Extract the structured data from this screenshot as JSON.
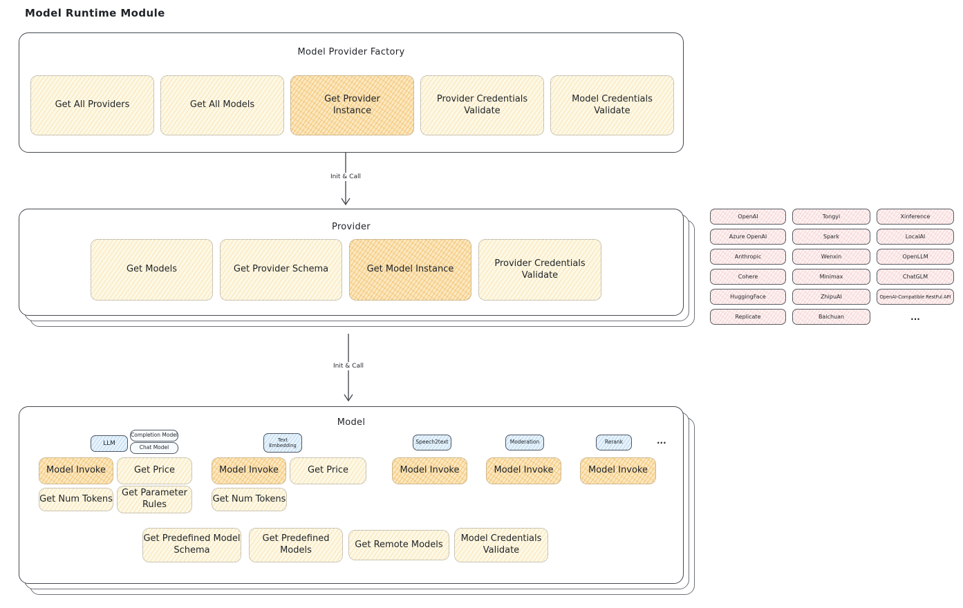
{
  "page": {
    "title": "Model Runtime Module"
  },
  "colors": {
    "canvas_bg": "#ffffff",
    "ink": "#1e2227",
    "frame": "#43484e",
    "frame_light": "#6b7076",
    "dot_border": "#97928b",
    "yellow_fill": "#fdf8e6",
    "orange_fill": "#fbe9c2",
    "pink_fill": "#fdf2f2",
    "pink_border": "#565a60",
    "blue_fill": "#e9f3fb",
    "tag_border": "#4b5563"
  },
  "factory": {
    "title": "Model Provider Factory",
    "boxes": [
      {
        "label": "Get All Providers",
        "emphasis": false
      },
      {
        "label": "Get All Models",
        "emphasis": false
      },
      {
        "label": "Get Provider\nInstance",
        "emphasis": true
      },
      {
        "label": "Provider Credentials\nValidate",
        "emphasis": false
      },
      {
        "label": "Model Credentials\nValidate",
        "emphasis": false
      }
    ]
  },
  "arrow1": {
    "label": "Init & Call"
  },
  "arrow2": {
    "label": "Init & Call"
  },
  "provider": {
    "title": "Provider",
    "boxes": [
      {
        "label": "Get Models",
        "emphasis": false
      },
      {
        "label": "Get Provider Schema",
        "emphasis": false
      },
      {
        "label": "Get Model Instance",
        "emphasis": true
      },
      {
        "label": "Provider Credentials\nValidate",
        "emphasis": false
      }
    ]
  },
  "providers_grid": {
    "items": [
      "OpenAI",
      "Tongyi",
      "Xinference",
      "Azure OpenAI",
      "Spark",
      "LocalAI",
      "Anthropic",
      "Wenxin",
      "OpenLLM",
      "Cohere",
      "Minimax",
      "ChatGLM",
      "HuggingFace",
      "ZhipuAI",
      "OpenAI-Compatible RestFul API",
      "Replicate",
      "Baichuan",
      "..."
    ]
  },
  "model": {
    "title": "Model",
    "tags": {
      "llm": "LLM",
      "completion": "Completion Model",
      "chat": "Chat Model",
      "text_embedding": "Text\nEmbedding",
      "speech2text": "Speech2text",
      "moderation": "Moderation",
      "rerank": "Rerank",
      "more": "..."
    },
    "ops": {
      "llm": [
        {
          "label": "Model Invoke",
          "emphasis": true
        },
        {
          "label": "Get Price",
          "emphasis": false
        },
        {
          "label": "Get Num Tokens",
          "emphasis": false
        },
        {
          "label": "Get Parameter\nRules",
          "emphasis": false
        }
      ],
      "embedding": [
        {
          "label": "Model Invoke",
          "emphasis": true
        },
        {
          "label": "Get Price",
          "emphasis": false
        },
        {
          "label": "Get Num Tokens",
          "emphasis": false
        }
      ],
      "speech2text": [
        {
          "label": "Model Invoke",
          "emphasis": true
        }
      ],
      "moderation": [
        {
          "label": "Model Invoke",
          "emphasis": true
        }
      ],
      "rerank": [
        {
          "label": "Model Invoke",
          "emphasis": true
        }
      ],
      "common": [
        {
          "label": "Get Predefined Model\nSchema"
        },
        {
          "label": "Get Predefined\nModels"
        },
        {
          "label": "Get Remote Models"
        },
        {
          "label": "Model Credentials\nValidate"
        }
      ]
    }
  }
}
